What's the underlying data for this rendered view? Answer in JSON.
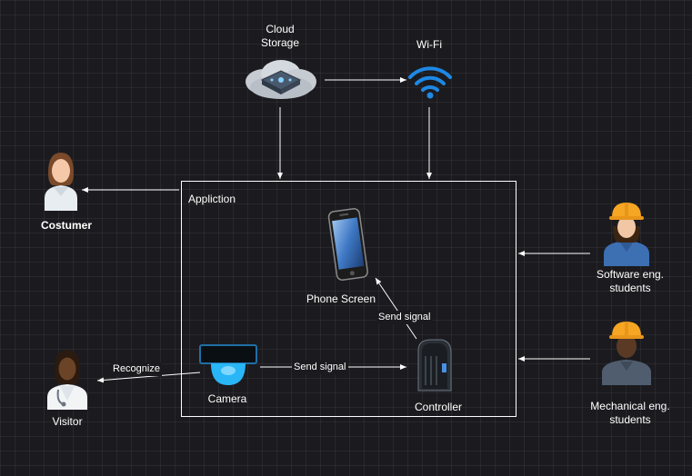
{
  "nodes": {
    "cloud_storage": {
      "label_line1": "Cloud",
      "label_line2": "Storage"
    },
    "wifi": {
      "label": "Wi-Fi"
    },
    "customer": {
      "label": "Costumer"
    },
    "application": {
      "label": "Appliction"
    },
    "phone": {
      "label": "Phone Screen"
    },
    "camera": {
      "label": "Camera"
    },
    "controller": {
      "label": "Controller"
    },
    "visitor": {
      "label": "Visitor"
    },
    "software_students": {
      "label_line1": "Software eng.",
      "label_line2": "students"
    },
    "mechanical_students": {
      "label_line1": "Mechanical eng.",
      "label_line2": "students"
    }
  },
  "edges": {
    "controller_to_phone": "Send signal",
    "camera_to_controller": "Send signal",
    "camera_to_visitor": "Recognize"
  },
  "colors": {
    "background": "#1b1b1f",
    "lines": "#ffffff",
    "wifi": "#1e88e5",
    "camera": "#29b6f6",
    "helmet": "#f5a623"
  },
  "icons": [
    "cloud-storage-icon",
    "wifi-icon",
    "customer-avatar-icon",
    "phone-icon",
    "camera-icon",
    "controller-icon",
    "visitor-avatar-icon",
    "worker-avatar-icon"
  ]
}
